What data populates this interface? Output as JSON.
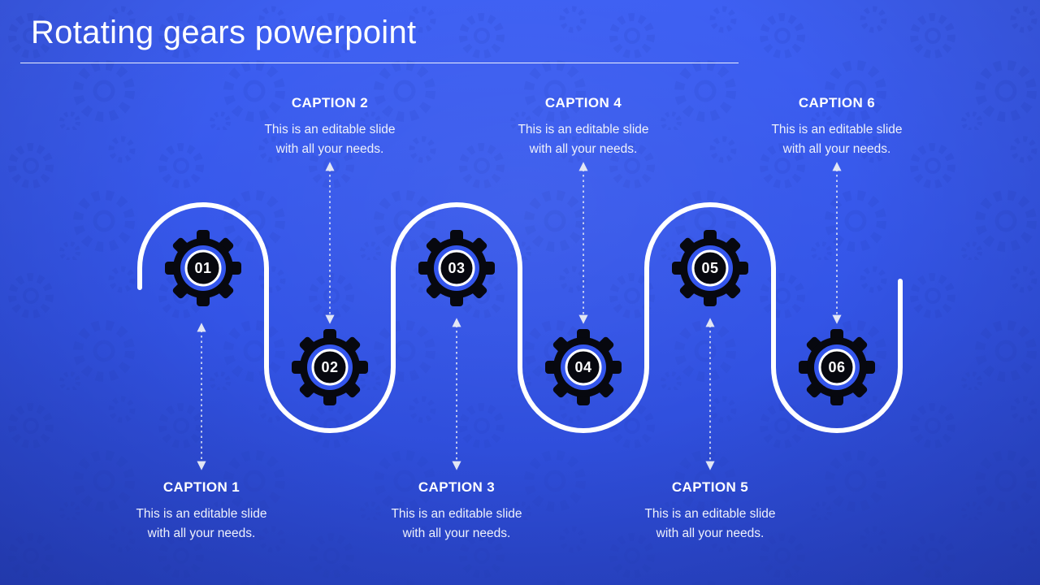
{
  "title": "Rotating gears powerpoint",
  "colors": {
    "bg-top": "#3e60f3",
    "bg-mid": "#3354e6",
    "bg-bottom": "#2b48cf",
    "pattern": "#2642c2",
    "flow-line": "#ffffff",
    "arrow": "#e2e6f4",
    "gear-body": "#07080f",
    "gear-ring": "#3355ec",
    "text": "#ffffff"
  },
  "items": [
    {
      "number": "01",
      "caption": "CAPTION 1",
      "line1": "This is an editable slide",
      "line2": "with all your needs.",
      "caption_position": "below"
    },
    {
      "number": "02",
      "caption": "CAPTION 2",
      "line1": "This is an editable slide",
      "line2": "with all your needs.",
      "caption_position": "above"
    },
    {
      "number": "03",
      "caption": "CAPTION 3",
      "line1": "This is an editable slide",
      "line2": "with all your needs.",
      "caption_position": "below"
    },
    {
      "number": "04",
      "caption": "CAPTION 4",
      "line1": "This is an editable slide",
      "line2": "with all your needs.",
      "caption_position": "above"
    },
    {
      "number": "05",
      "caption": "CAPTION 5",
      "line1": "This is an editable slide",
      "line2": "with all your needs.",
      "caption_position": "below"
    },
    {
      "number": "06",
      "caption": "CAPTION 6",
      "line1": "This is an editable slide",
      "line2": "with all your needs.",
      "caption_position": "above"
    }
  ]
}
